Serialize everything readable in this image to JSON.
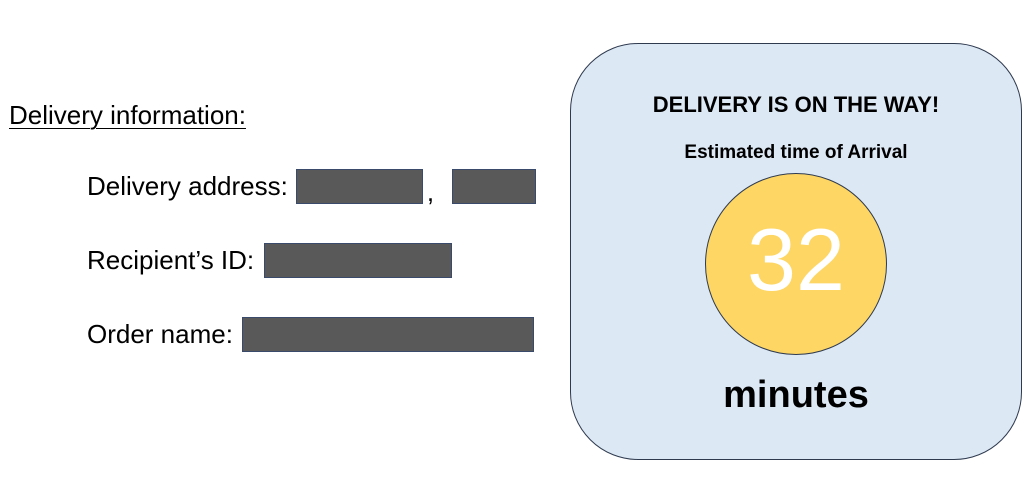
{
  "delivery_info": {
    "title": "Delivery information:",
    "address_label": "Delivery address:",
    "address_separator": ",",
    "recipient_label": "Recipient’s ID:",
    "order_label": "Order name:"
  },
  "status_card": {
    "title": "DELIVERY IS ON THE WAY!",
    "subtitle": "Estimated time of Arrival",
    "eta_value": "32",
    "eta_unit": "minutes",
    "colors": {
      "card_background": "#dde8f5",
      "eta_circle": "#fdd663",
      "eta_text": "#ffffff",
      "redaction": "#595959"
    }
  }
}
